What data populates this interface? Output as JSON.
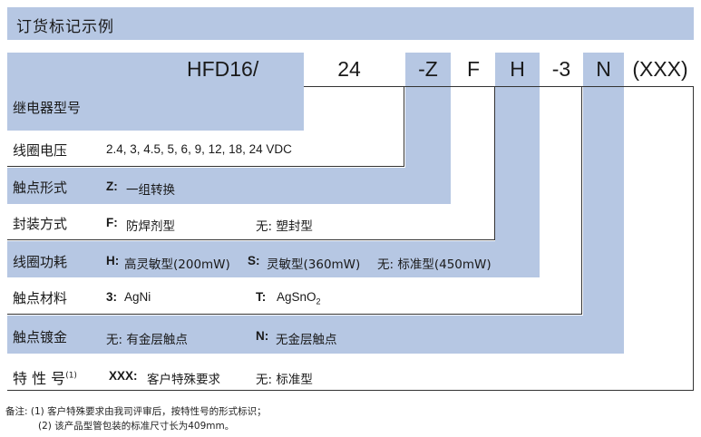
{
  "title": "订货标记示例",
  "code": {
    "model": "HFD16/",
    "voltage": "24",
    "contact": "-Z",
    "sealing": "F",
    "power": "H",
    "material": "-3",
    "plating": "N",
    "special": "(XXX)"
  },
  "rows": {
    "model": {
      "label": "继电器型号"
    },
    "coil_voltage": {
      "label": "线圈电压",
      "value": "2.4, 3,  4.5, 5, 6, 9, 12, 18, 24 VDC"
    },
    "contact_form": {
      "label": "触点形式",
      "opt1_key": "Z:",
      "opt1_val": "一组转换"
    },
    "sealing": {
      "label": "封装方式",
      "opt1_key": "F:",
      "opt1_val": "防焊剂型",
      "opt2_val": "无: 塑封型"
    },
    "coil_power": {
      "label": "线圈功耗",
      "opt1_key": "H:",
      "opt1_val": "高灵敏型(200mW)",
      "opt2_key": "S:",
      "opt2_val": "灵敏型(360mW)",
      "opt3_val": "无: 标准型(450mW)"
    },
    "contact_material": {
      "label": "触点材料",
      "opt1_key": "3:",
      "opt1_val": "AgNi",
      "opt2_key": "T:",
      "opt2_val": "AgSnO",
      "opt2_sub": "2"
    },
    "plating": {
      "label": "触点镀金",
      "opt1_val": "无: 有金层触点",
      "opt2_key": "N:",
      "opt2_val": "无金层触点"
    },
    "special": {
      "label": "特 性 号",
      "label_sup": "(1)",
      "opt1_key": "XXX:",
      "opt1_val": "客户特殊要求",
      "opt2_val": "无: 标准型"
    }
  },
  "notes": {
    "line1": "备注: (1) 客户特殊要求由我司评审后，按特性号的形式标识；",
    "line2": "(2) 该产品型管包装的标准尺寸长为409mm。"
  }
}
